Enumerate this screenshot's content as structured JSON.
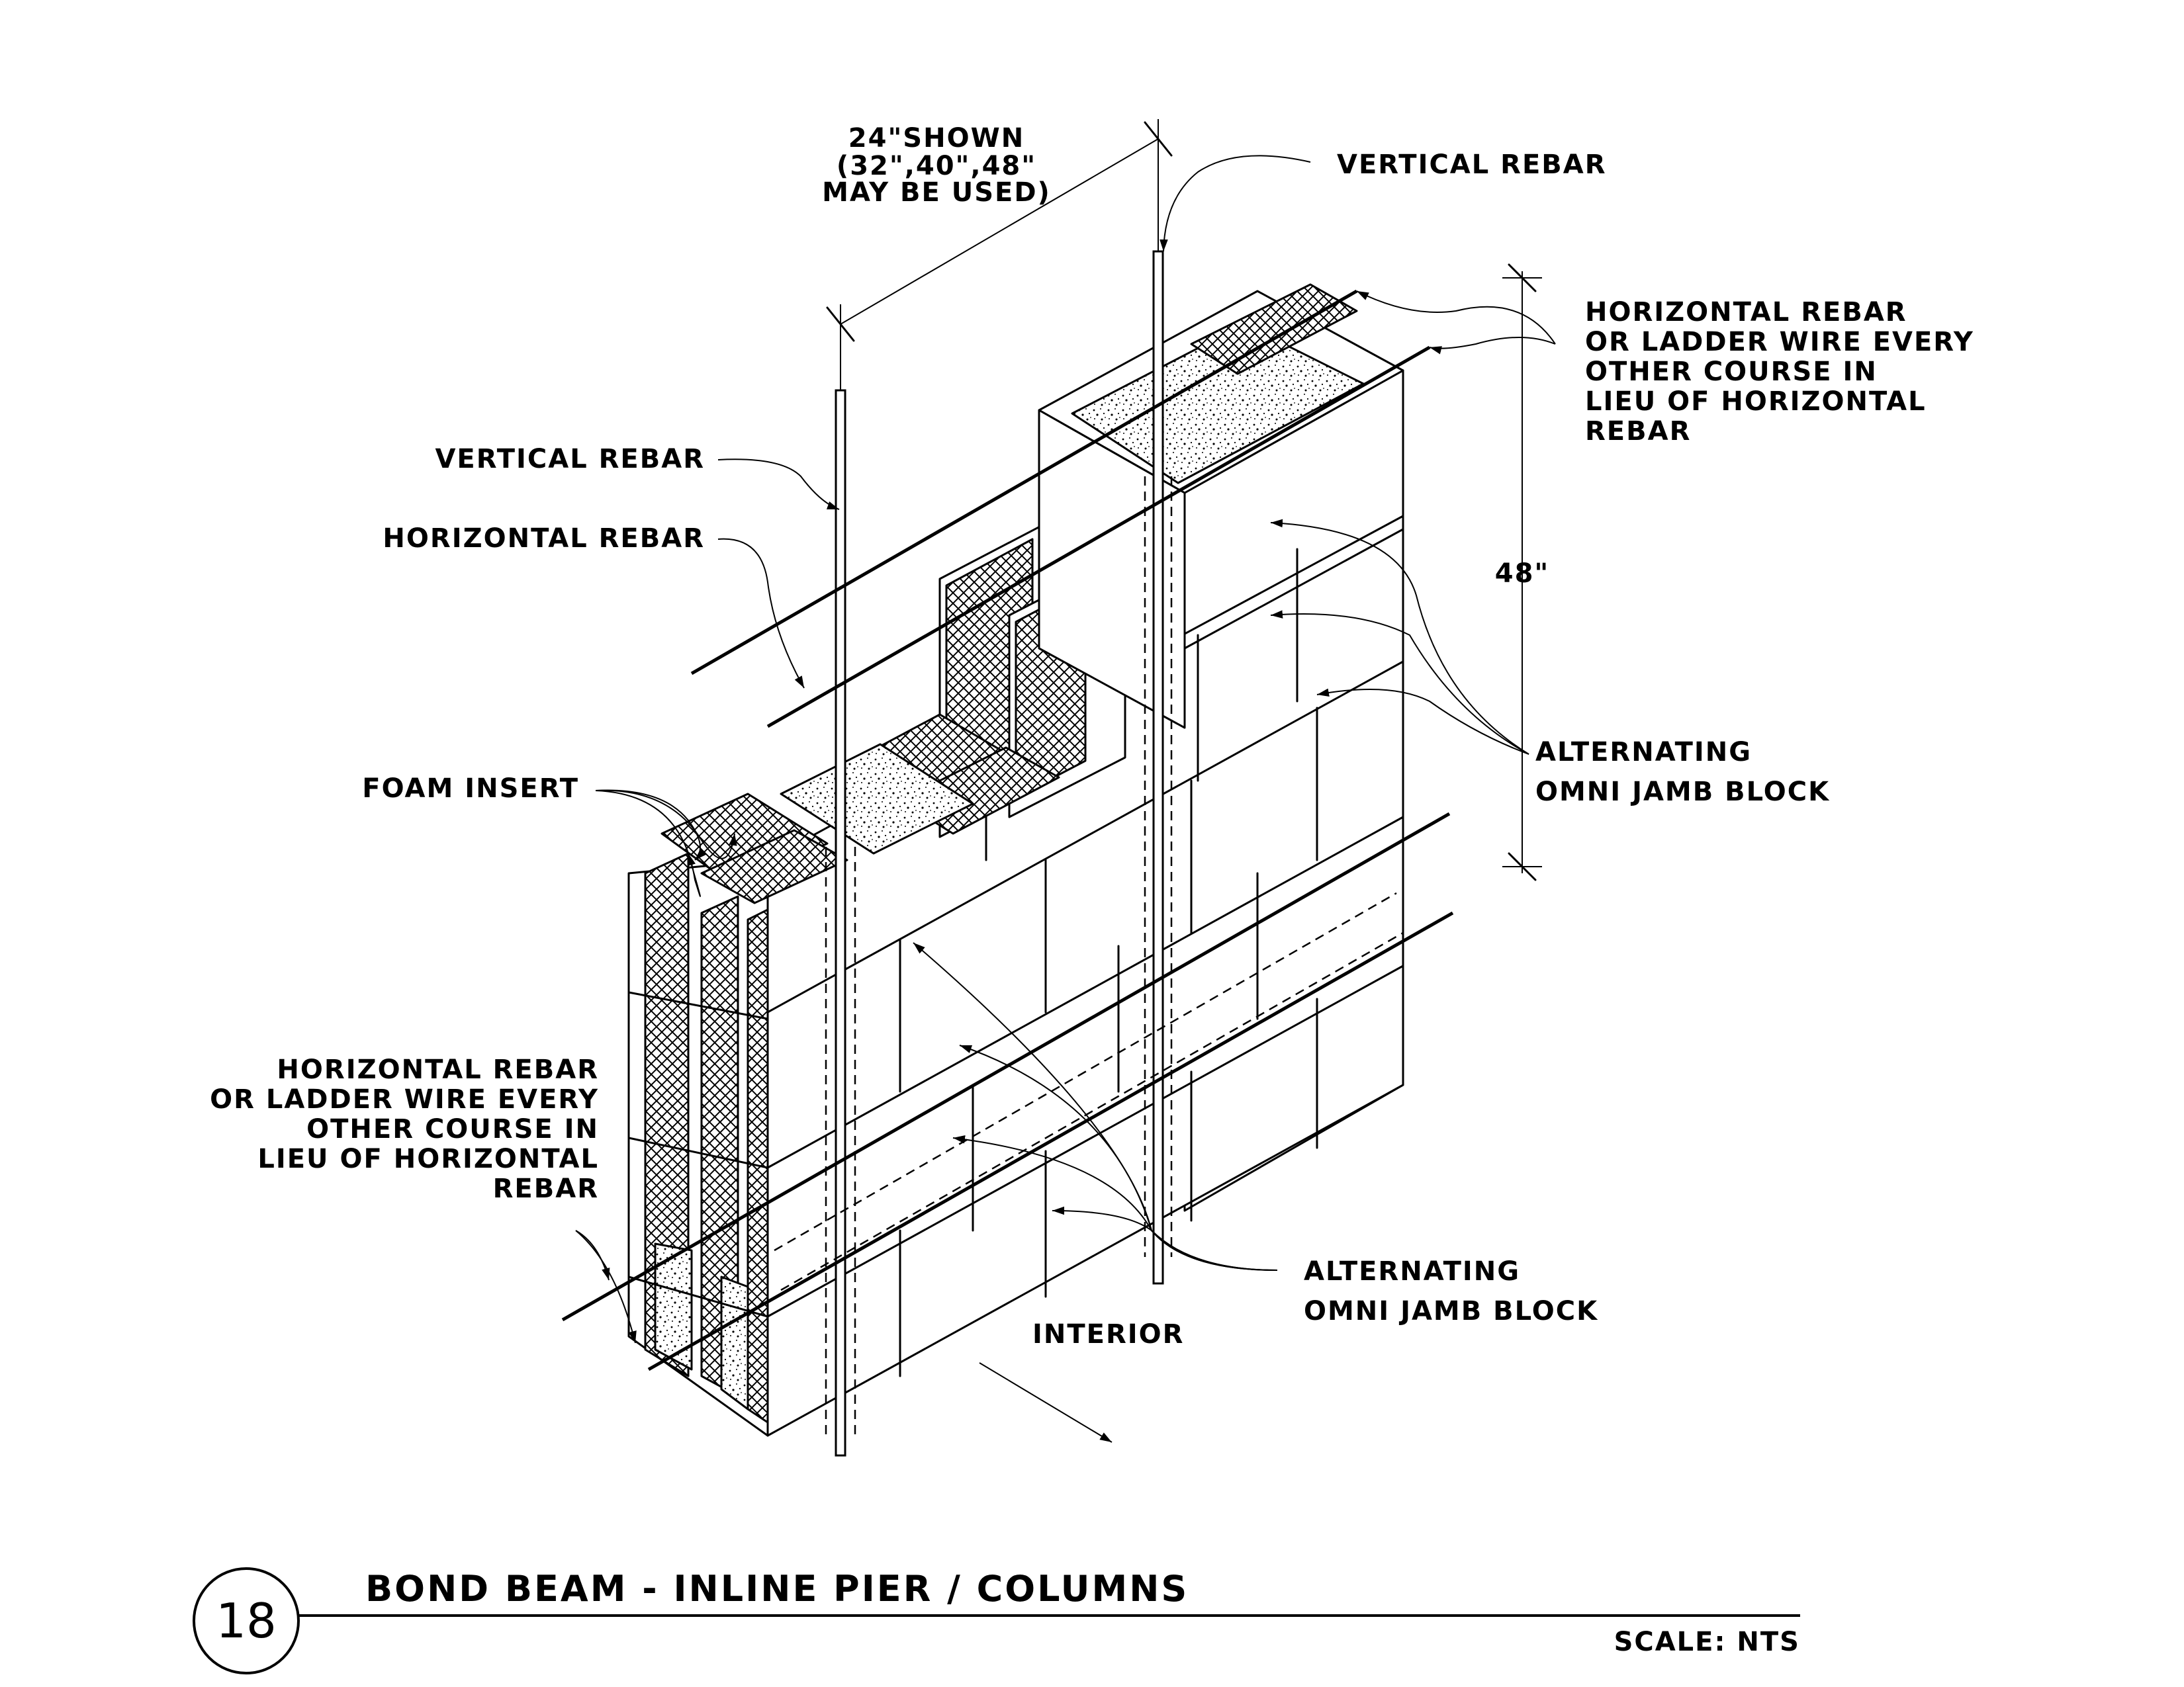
{
  "labels": {
    "vertical_rebar_top": "VERTICAL REBAR",
    "dim_spacing": [
      "24\"SHOWN",
      "(32\",40\",48\"",
      "MAY BE USED)"
    ],
    "horizontal_rebar_or_ladder_top": [
      "HORIZONTAL REBAR",
      "OR LADDER WIRE EVERY",
      "OTHER COURSE IN",
      "LIEU OF HORIZONTAL",
      "REBAR"
    ],
    "vertical_rebar_left": "VERTICAL REBAR",
    "horizontal_rebar_left": "HORIZONTAL REBAR",
    "dim_height": "48\"",
    "alternating_omni_jamb_upper": [
      "ALTERNATING",
      "OMNI JAMB BLOCK"
    ],
    "foam_insert": "FOAM INSERT",
    "horizontal_rebar_or_ladder_left": [
      "HORIZONTAL REBAR",
      "OR LADDER WIRE EVERY",
      "OTHER COURSE IN",
      "LIEU OF HORIZONTAL",
      "REBAR"
    ],
    "alternating_omni_jamb_lower": [
      "ALTERNATING",
      "OMNI JAMB BLOCK"
    ],
    "interior": "INTERIOR"
  },
  "title_block": {
    "detail_number": "18",
    "title": "BOND BEAM - INLINE PIER / COLUMNS",
    "scale": "SCALE: NTS"
  }
}
